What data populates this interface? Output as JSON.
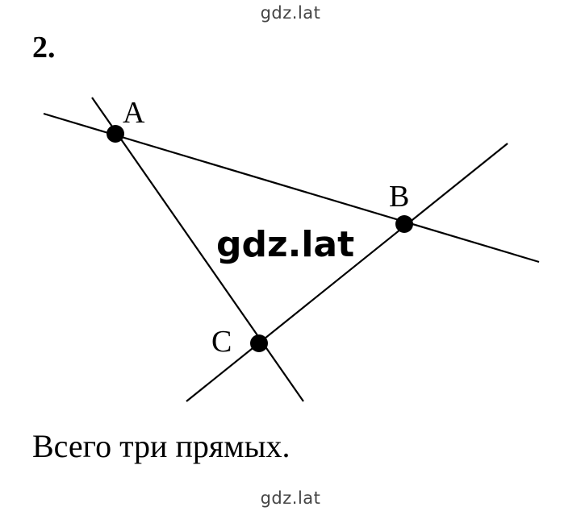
{
  "watermark": {
    "top": "gdz.lat",
    "center": "gdz.lat",
    "bottom": "gdz.lat"
  },
  "task": {
    "number": "2."
  },
  "points": {
    "a": "A",
    "b": "B",
    "c": "C"
  },
  "answer": "Всего три прямых."
}
